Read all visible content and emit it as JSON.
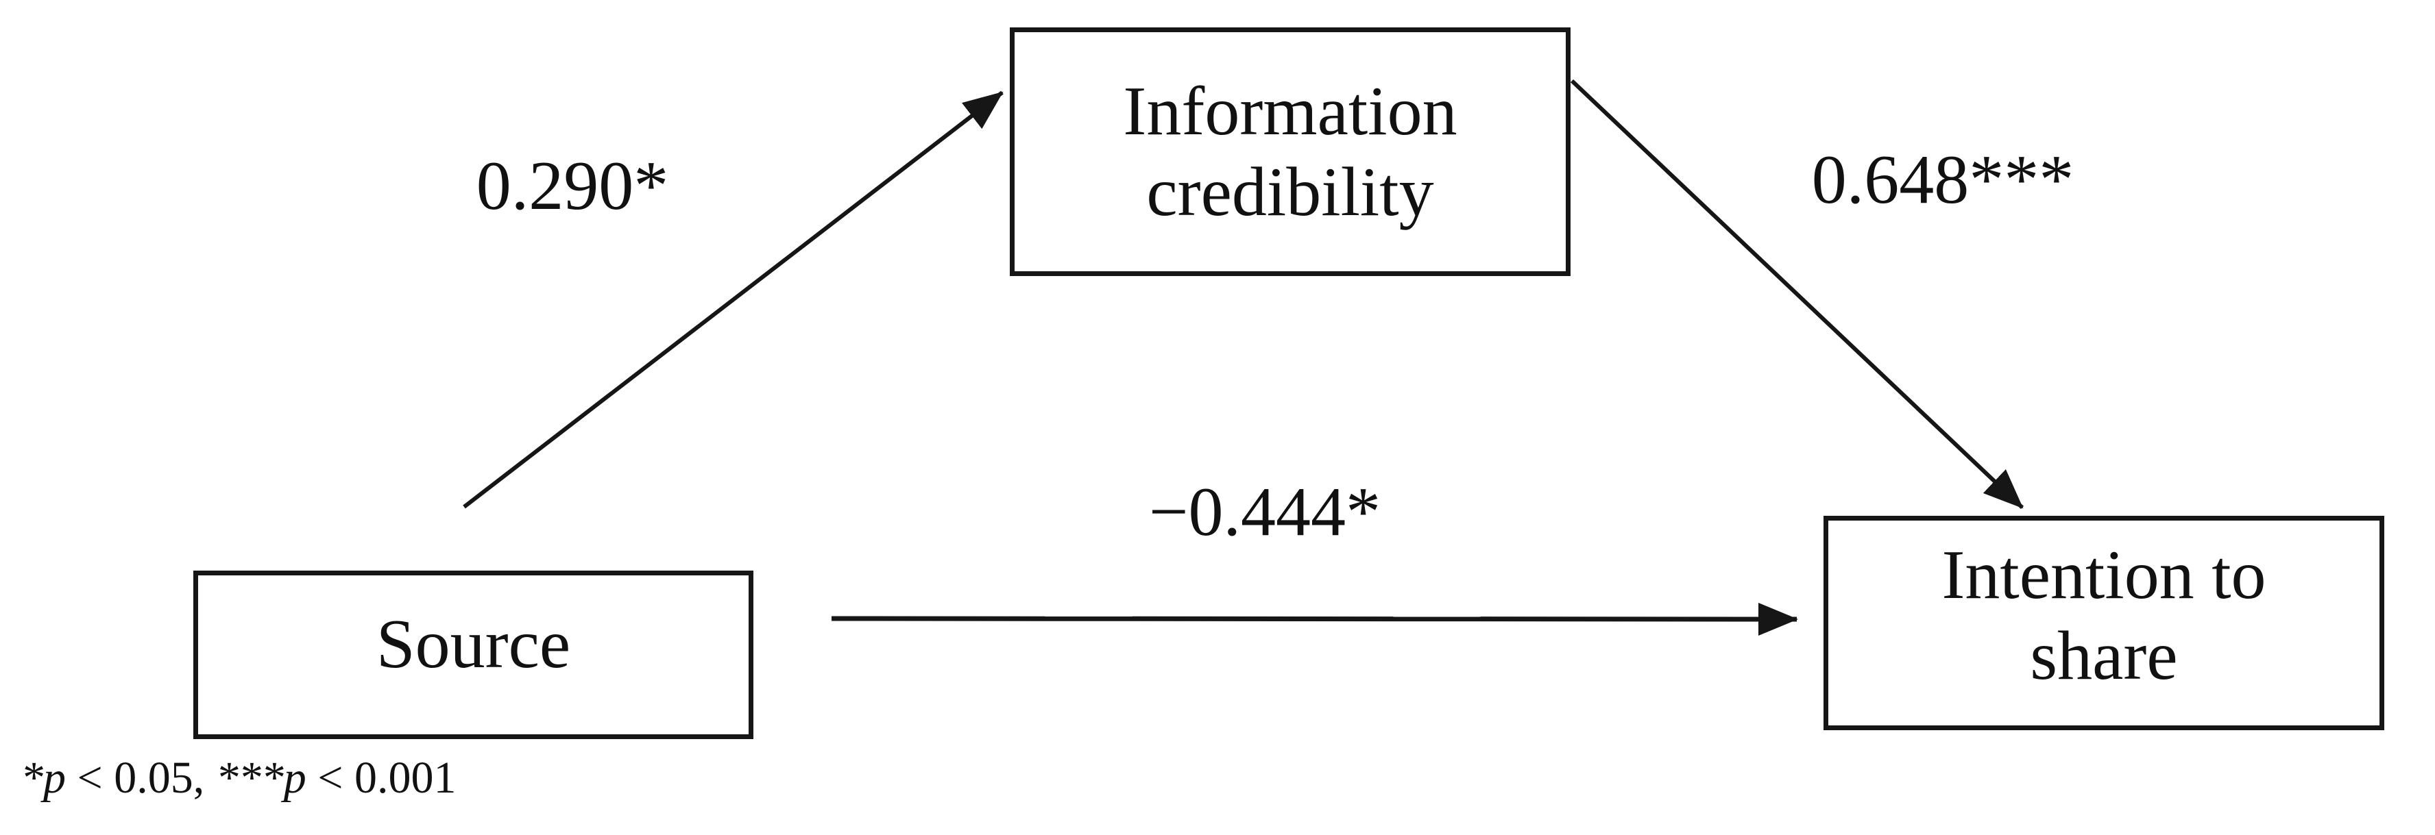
{
  "figure": {
    "type": "mediation-path-diagram",
    "background_color": "#ffffff",
    "ink_color": "#161616"
  },
  "nodes": {
    "mediator": {
      "line1": "Information",
      "line2": "credibility"
    },
    "independent": {
      "label": "Source"
    },
    "dependent": {
      "line1": "Intention to",
      "line2": "share"
    }
  },
  "paths": {
    "source_to_mediator": {
      "coefficient": "0.290*"
    },
    "mediator_to_dependent": {
      "coefficient": "0.648***"
    },
    "source_to_dependent": {
      "coefficient": "−0.444*"
    }
  },
  "footnote": {
    "sig1_symbol": "*p",
    "sig1_rest": " < 0.05, ",
    "sig2_symbol": "***p",
    "sig2_rest": " < 0.001"
  }
}
